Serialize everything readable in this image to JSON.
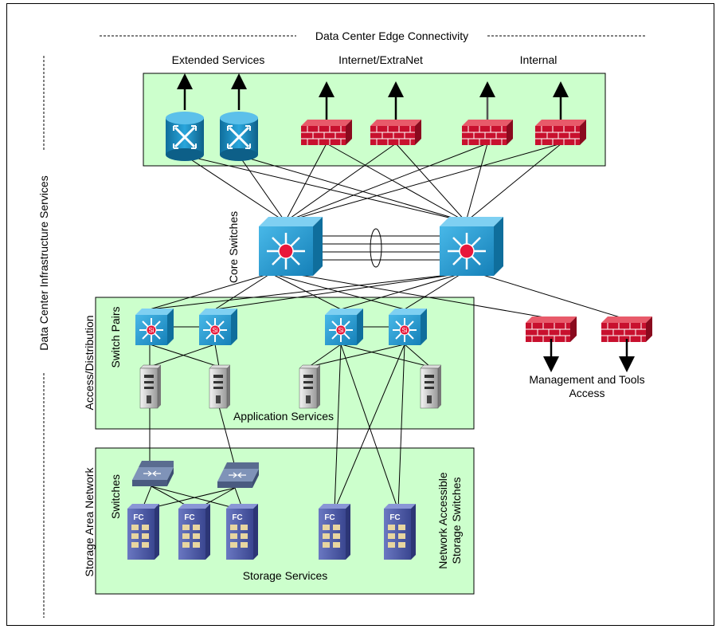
{
  "header": {
    "edge_title": "Data Center Edge Connectivity",
    "infra_title": "Data Center Infrastructure Services"
  },
  "edge": {
    "labels": [
      "Extended Services",
      "Internet/ExtraNet",
      "Internal"
    ]
  },
  "core": {
    "label": "Core Switches"
  },
  "access": {
    "section_label": "Access/Distribution",
    "pairs_label": "Switch Pairs",
    "services_label": "Application Services",
    "switch_badge": "Si"
  },
  "management": {
    "label_line1": "Management and Tools",
    "label_line2": "Access"
  },
  "storage": {
    "section_label": "Storage Area Network",
    "switches_label": "Switches",
    "services_label": "Storage Services",
    "nas_line1": "Network Accessible",
    "nas_line2": "Storage Switches",
    "array_badge": "FC"
  },
  "colors": {
    "section_fill": "#ccffcc",
    "switch_blue": "#1a8fc4",
    "firewall_red": "#c8102e",
    "core_center": "#e8173a"
  },
  "icons": [
    "router-icon",
    "firewall-icon",
    "layer3-switch-icon",
    "core-switch-icon",
    "server-icon",
    "san-switch-icon",
    "fc-storage-icon",
    "arrow-icon"
  ]
}
